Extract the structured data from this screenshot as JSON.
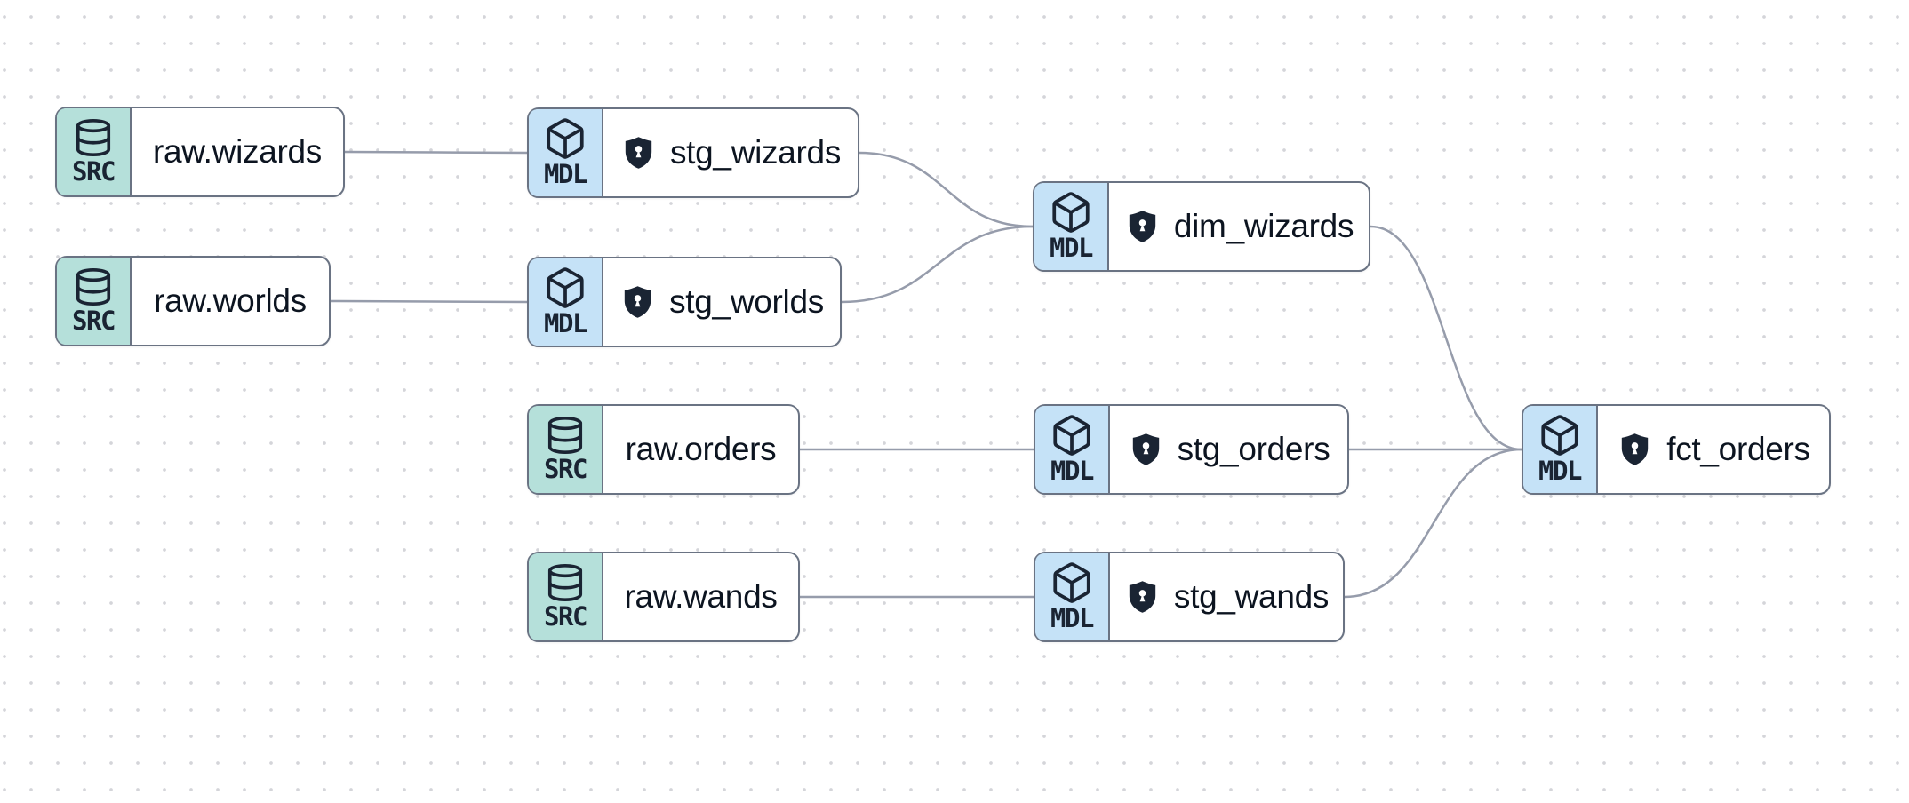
{
  "app": {
    "view": "data lineage graph"
  },
  "colors": {
    "background": "#ffffff",
    "grid_dot": "#d4d5d9",
    "node_border": "#6a7383",
    "source_badge_bg": "#b5e0da",
    "model_badge_bg": "#c5e2f7",
    "edge": "#969cab",
    "icon_dark": "#1a2433",
    "title_text": "#0c1420"
  },
  "node_types": {
    "source": {
      "badge": "SRC",
      "icon": "database-icon"
    },
    "model": {
      "badge": "MDL",
      "icon": "cube-icon"
    }
  },
  "nodes": [
    {
      "id": "raw.wizards",
      "type": "source",
      "badge": "SRC",
      "label": "raw.wizards",
      "protected": false
    },
    {
      "id": "stg_wizards",
      "type": "model",
      "badge": "MDL",
      "label": "stg_wizards",
      "protected": true
    },
    {
      "id": "raw.worlds",
      "type": "source",
      "badge": "SRC",
      "label": "raw.worlds",
      "protected": false
    },
    {
      "id": "stg_worlds",
      "type": "model",
      "badge": "MDL",
      "label": "stg_worlds",
      "protected": true
    },
    {
      "id": "dim_wizards",
      "type": "model",
      "badge": "MDL",
      "label": "dim_wizards",
      "protected": true
    },
    {
      "id": "raw.orders",
      "type": "source",
      "badge": "SRC",
      "label": "raw.orders",
      "protected": false
    },
    {
      "id": "stg_orders",
      "type": "model",
      "badge": "MDL",
      "label": "stg_orders",
      "protected": true
    },
    {
      "id": "raw.wands",
      "type": "source",
      "badge": "SRC",
      "label": "raw.wands",
      "protected": false
    },
    {
      "id": "stg_wands",
      "type": "model",
      "badge": "MDL",
      "label": "stg_wands",
      "protected": true
    },
    {
      "id": "fct_orders",
      "type": "model",
      "badge": "MDL",
      "label": "fct_orders",
      "protected": true
    }
  ],
  "edges": [
    {
      "from": "raw.wizards",
      "to": "stg_wizards"
    },
    {
      "from": "raw.worlds",
      "to": "stg_worlds"
    },
    {
      "from": "stg_wizards",
      "to": "dim_wizards"
    },
    {
      "from": "stg_worlds",
      "to": "dim_wizards"
    },
    {
      "from": "raw.orders",
      "to": "stg_orders"
    },
    {
      "from": "raw.wands",
      "to": "stg_wands"
    },
    {
      "from": "dim_wizards",
      "to": "fct_orders"
    },
    {
      "from": "stg_orders",
      "to": "fct_orders"
    },
    {
      "from": "stg_wands",
      "to": "fct_orders"
    }
  ]
}
